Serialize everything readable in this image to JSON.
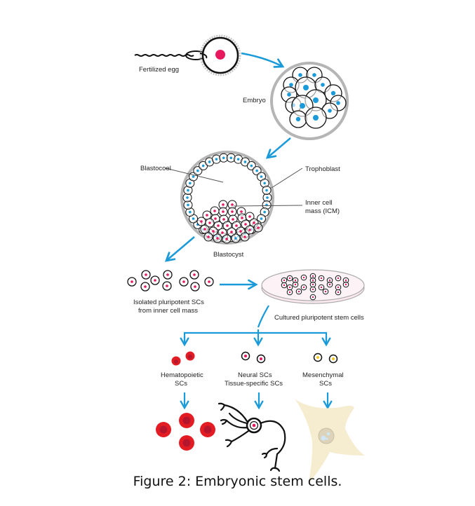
{
  "figure": {
    "caption": "Figure 2: Embryonic stem cells.",
    "colors": {
      "arrow": "#1a9ad9",
      "nucleus_blue": "#1a9ad9",
      "nucleus_pink": "#e8185e",
      "zona_gray": "#b5b5b5",
      "red_cell": "#e31c24",
      "red_cell_center": "#b5162e",
      "mesenchymal_yellow": "#f5c518",
      "fibroblast_fill": "#f6ecd0",
      "dish_pink": "#f9e3ea"
    },
    "stages": {
      "fertilized_egg": "Fertilized egg",
      "embryo": "Embryo",
      "blastocyst": "Blastocyst",
      "blastocoel": "Blastocoel",
      "trophoblast": "Trophoblast",
      "icm_line1": "Inner cell",
      "icm_line2": "mass (ICM)",
      "isolated_line1": "Isolated pluripotent SCs",
      "isolated_line2": "from inner cell mass",
      "cultured": "Cultured pluripotent stem cells"
    },
    "branches": [
      {
        "line1": "Hematopoietic",
        "line2": "SCs"
      },
      {
        "line1": "Neural SCs",
        "line2": "Tissue-specific SCs"
      },
      {
        "line1": "Mesenchymal",
        "line2": "SCs"
      }
    ]
  }
}
